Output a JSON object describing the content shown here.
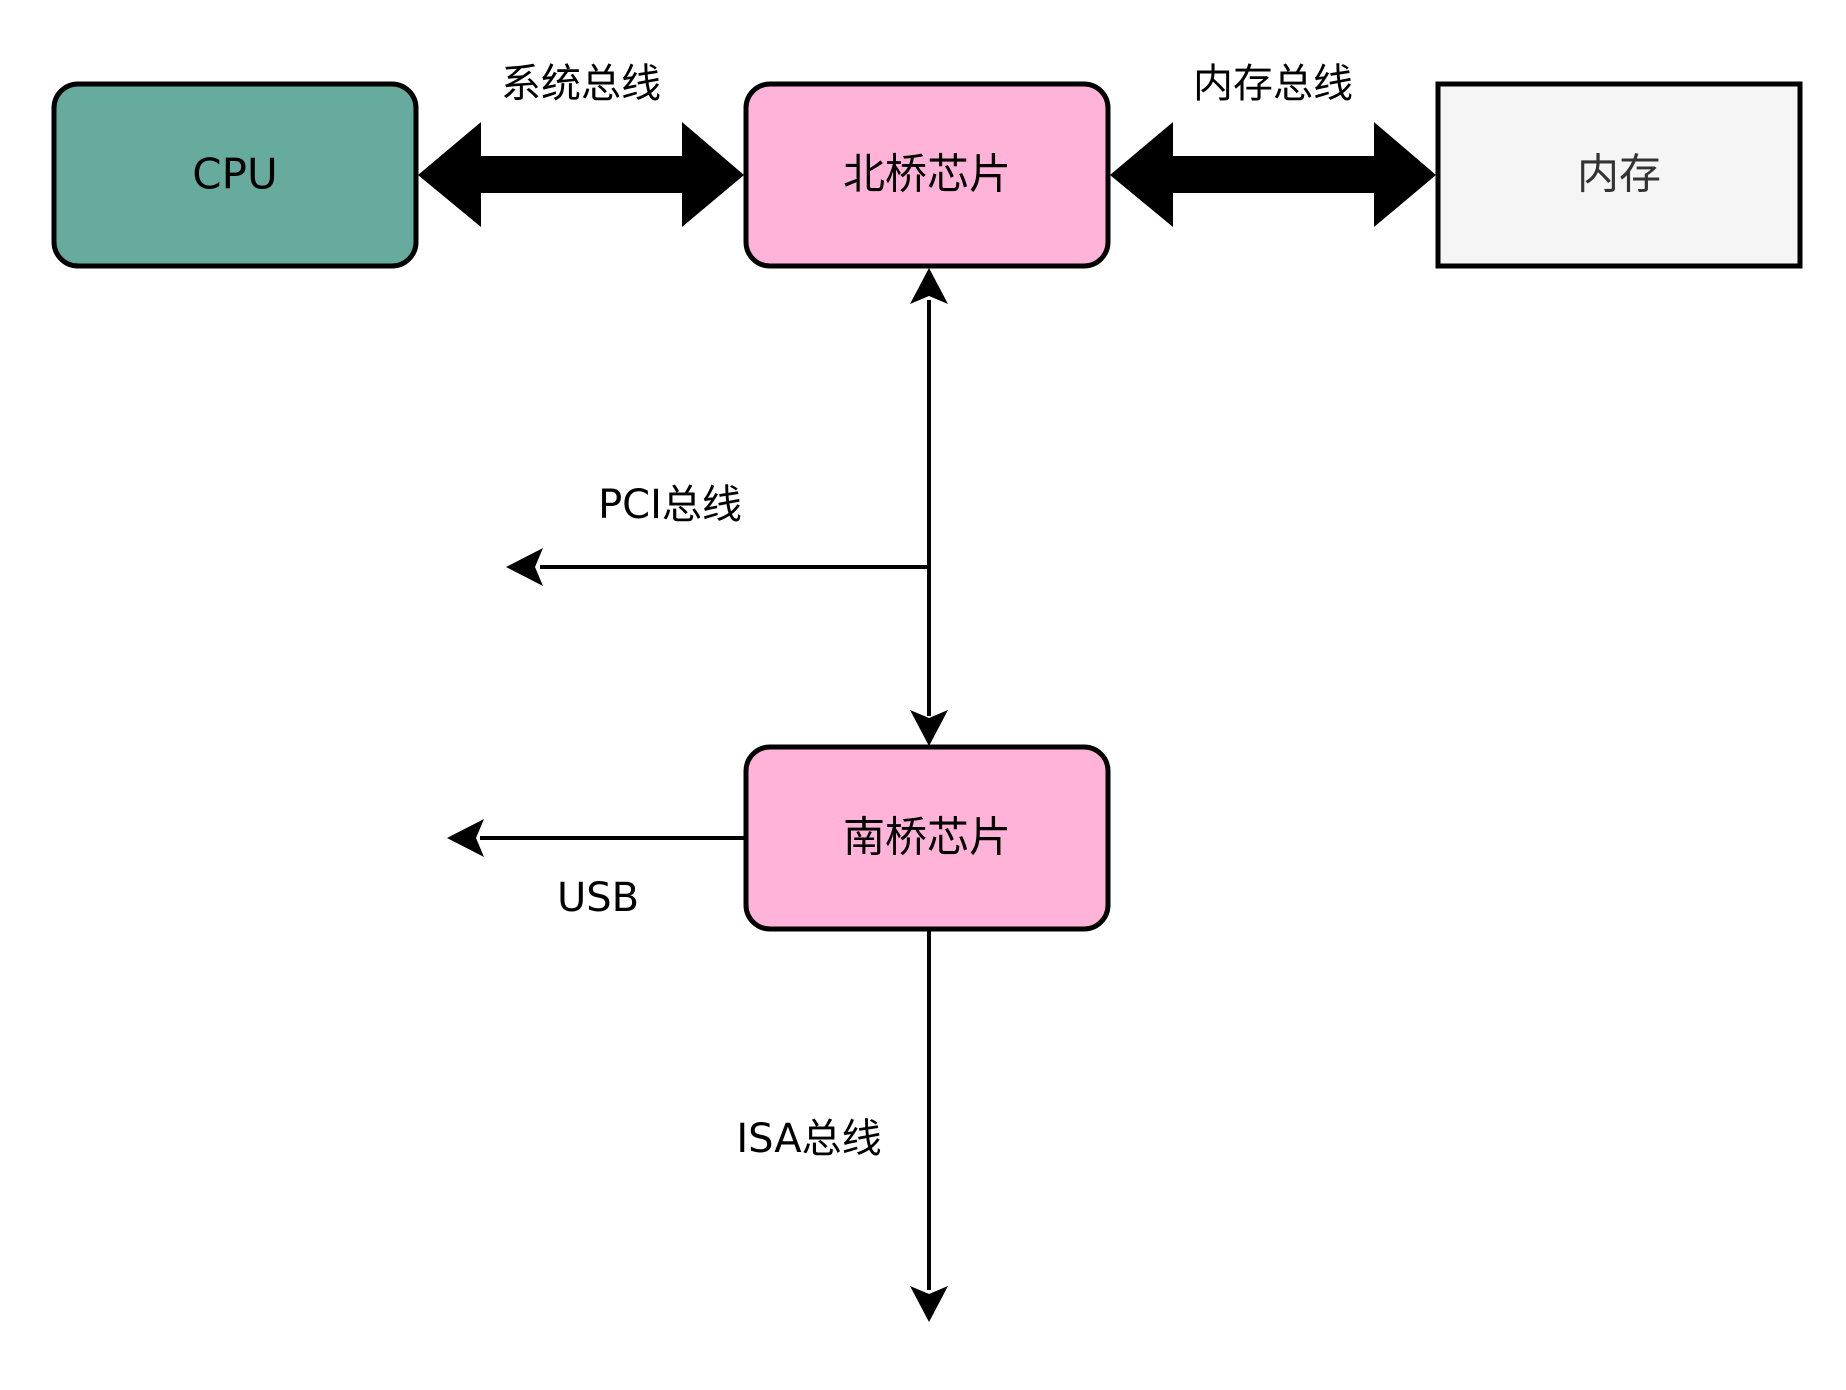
{
  "nodes": {
    "cpu": {
      "label": "CPU",
      "color": "#67AB9F"
    },
    "northbridge": {
      "label": "北桥芯片",
      "color": "#FFB3D9"
    },
    "memory": {
      "label": "内存",
      "color": "#F5F5F5"
    },
    "southbridge": {
      "label": "南桥芯片",
      "color": "#FFB3D9"
    }
  },
  "edges": {
    "system_bus": {
      "label": "系统总线"
    },
    "memory_bus": {
      "label": "内存总线"
    },
    "pci_bus": {
      "label": "PCI总线"
    },
    "usb": {
      "label": "USB"
    },
    "isa_bus": {
      "label": "ISA总线"
    }
  }
}
